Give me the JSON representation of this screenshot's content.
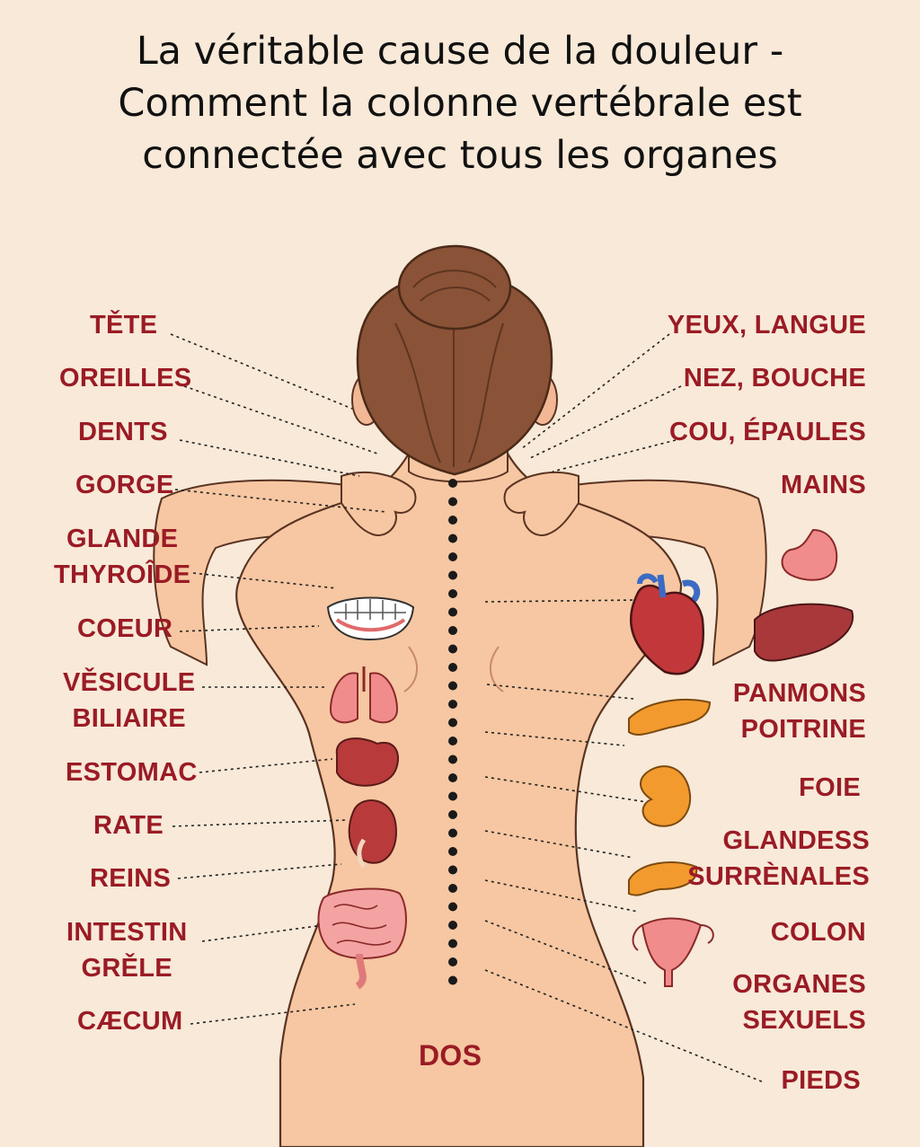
{
  "title": {
    "line1": "La véritable cause de la douleur -",
    "line2": "Comment la colonne vertébrale est",
    "line3": "connectée avec tous les organes"
  },
  "left_labels": [
    {
      "id": "tete",
      "lines": [
        "TĚTE"
      ]
    },
    {
      "id": "oreilles",
      "lines": [
        "OREILLES"
      ]
    },
    {
      "id": "dents",
      "lines": [
        "DENTS"
      ]
    },
    {
      "id": "gorge",
      "lines": [
        "GORGE"
      ]
    },
    {
      "id": "glande-thyroide",
      "lines": [
        "GLANDE",
        "THYROÎDE"
      ]
    },
    {
      "id": "coeur",
      "lines": [
        "COEUR"
      ]
    },
    {
      "id": "vesicule-biliaire",
      "lines": [
        "VĚSICULE",
        "BILIAIRE"
      ]
    },
    {
      "id": "estomac",
      "lines": [
        "ESTOMAC"
      ]
    },
    {
      "id": "rate",
      "lines": [
        "RATE"
      ]
    },
    {
      "id": "reins",
      "lines": [
        "REINS"
      ]
    },
    {
      "id": "intestin-grele",
      "lines": [
        "INTESTIN",
        "GRĚLE"
      ]
    },
    {
      "id": "caecum",
      "lines": [
        "CÆCUM"
      ]
    }
  ],
  "right_labels": [
    {
      "id": "yeux-langue",
      "lines": [
        "YEUX, LANGUE"
      ]
    },
    {
      "id": "nez-bouche",
      "lines": [
        "NEZ, BOUCHE"
      ]
    },
    {
      "id": "cou-epaules",
      "lines": [
        "COU, ÉPAULES"
      ]
    },
    {
      "id": "mains",
      "lines": [
        "MAINS"
      ]
    },
    {
      "id": "panmons-poitrine",
      "lines": [
        "PANMONS",
        "POITRINE"
      ]
    },
    {
      "id": "foie",
      "lines": [
        "FOIE"
      ]
    },
    {
      "id": "glandess-surrenales",
      "lines": [
        "GLANDESS",
        "SURRÈNALES"
      ]
    },
    {
      "id": "colon",
      "lines": [
        "COLON"
      ]
    },
    {
      "id": "organes-sexuels",
      "lines": [
        "ORGANES",
        "SEXUELS"
      ]
    },
    {
      "id": "pieds",
      "lines": [
        "PIEDS"
      ]
    }
  ],
  "center_label": "DOS",
  "colors": {
    "background": "#f8e9d8",
    "skin": "#f6c7a2",
    "hair": "#8a5236",
    "label": "#9a1b25",
    "organ_red": "#b83a3a",
    "organ_pink": "#f08c8c",
    "organ_orange": "#f29a2e"
  }
}
